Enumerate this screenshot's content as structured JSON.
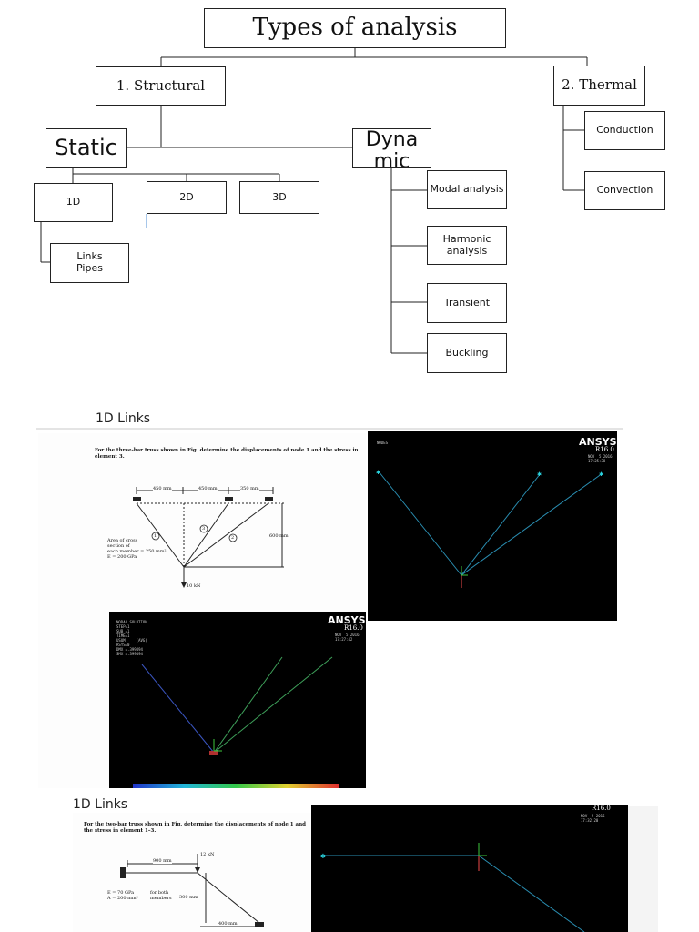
{
  "title": "Types of analysis",
  "structural": "1. Structural",
  "thermal": "2. Thermal",
  "static": "Static",
  "dynamic": "Dyna\nmic",
  "static_children": [
    "1D",
    "2D",
    "3D"
  ],
  "links_pipes": [
    "Links",
    "Pipes"
  ],
  "dynamic_children": [
    "Modal analysis",
    "Harmonic\nanalysis",
    "Transient",
    "Buckling"
  ],
  "thermal_children": [
    "Conduction",
    "Convection"
  ],
  "section1": {
    "caption": "1D Links",
    "problem_text": "For the three-bar truss shown in Fig.  determine the displacements of node 1 and the stress in element 3.",
    "dims": [
      "450 mm",
      "450 mm",
      "350 mm"
    ],
    "height_label": "600 mm",
    "area_text": "Area of cross\nsection of\neach member = 250 mm²\nE = 200 GPa",
    "load": "10 kN",
    "member_labels": [
      "1",
      "2",
      "3"
    ],
    "ansys_brand": "ANSYS",
    "ansys_version": "R16.0",
    "ansys_date_1": "NOV  5 2016\n17:25:38",
    "ansys_date_2": "NOV  5 2016\n17:27:42",
    "plot_header_1": "NODES",
    "plot_header_2": "NODAL SOLUTION\nSTEP=1\nSUB =1\nTIME=1\nUSUM     (AVG)\nRSYS=0\nDMX =.399494\nSMX =.399494"
  },
  "section2": {
    "caption": "1D Links",
    "problem_text": "For the two-bar truss shown in Fig.  determine the displacements of node 1 and the stress in element 1–3.",
    "dim": "900 mm",
    "load": "12 kN",
    "props": "E = 70 GPa\nA = 200 mm²",
    "props_note": "for both\nmembers",
    "height_label": "300 mm",
    "bottom_dim": "400 mm",
    "ansys_version": "R16.0",
    "ansys_date": "NOV  5 2016\n17:32:20"
  }
}
